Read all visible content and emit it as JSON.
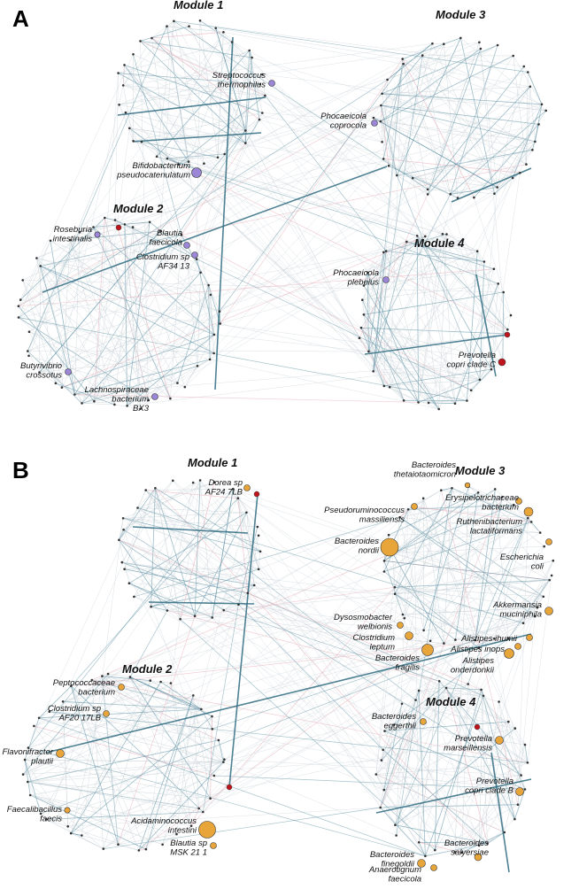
{
  "colors": {
    "edge_gray": "#c9d3d8",
    "edge_blue": "#5b8fa3",
    "edge_dark": "#2f6b80",
    "edge_pink": "#e8a7b3",
    "small_node": "#333333",
    "purple_node": "#9b86d8",
    "orange_node": "#e8a63a",
    "red_node": "#c0141c"
  },
  "panels": [
    {
      "letter": "A",
      "modules": [
        {
          "label": "Module 1"
        },
        {
          "label": "Module 2"
        },
        {
          "label": "Module 3"
        },
        {
          "label": "Module 4"
        }
      ],
      "taxa": [
        {
          "lines": [
            "Streptococcus",
            "thermophilus"
          ],
          "color": "purple"
        },
        {
          "lines": [
            "Bifidobacterium",
            "pseudocatenulatum"
          ],
          "color": "purple"
        },
        {
          "lines": [
            "Phocaeicola",
            "coprocola"
          ],
          "color": "purple"
        },
        {
          "lines": [
            "Roseburia",
            "intestinalis"
          ],
          "color": "purple"
        },
        {
          "lines": [
            "Blautia",
            "faecicola"
          ],
          "color": "purple"
        },
        {
          "lines": [
            "Clostridium sp",
            "AF34 13"
          ],
          "color": "purple"
        },
        {
          "lines": [
            "Phocaeicola",
            "plebeius"
          ],
          "color": "purple"
        },
        {
          "lines": [
            "Butyrivibrio",
            "crossotus"
          ],
          "color": "purple"
        },
        {
          "lines": [
            "Lachnospiraceae",
            "bacterium",
            "BX3"
          ],
          "color": "purple"
        },
        {
          "lines": [
            "Prevotella",
            "copri clade C"
          ],
          "color": "red"
        }
      ]
    },
    {
      "letter": "B",
      "modules": [
        {
          "label": "Module 1"
        },
        {
          "label": "Module 2"
        },
        {
          "label": "Module 3"
        },
        {
          "label": "Module 4"
        }
      ],
      "taxa": [
        {
          "lines": [
            "Dorea sp",
            "AF24 7LB"
          ],
          "color": "orange"
        },
        {
          "lines": [
            "Bacteroides",
            "thetaiotaomicron"
          ],
          "color": "orange"
        },
        {
          "lines": [
            "Pseudoruminococcus",
            "massiliensis"
          ],
          "color": "orange"
        },
        {
          "lines": [
            "Erysipelotrichaceae",
            "bacterium"
          ],
          "color": "orange"
        },
        {
          "lines": [
            "Ruthenibacterium",
            "lactatiformans"
          ],
          "color": "orange"
        },
        {
          "lines": [
            "Bacteroides",
            "nordii"
          ],
          "color": "orange"
        },
        {
          "lines": [
            "Escherichia",
            "coli"
          ],
          "color": "orange"
        },
        {
          "lines": [
            "Akkermansia",
            "muciniphila"
          ],
          "color": "orange"
        },
        {
          "lines": [
            "Dysosmobacter",
            "welbionis"
          ],
          "color": "orange"
        },
        {
          "lines": [
            "Clostridium",
            "leptum"
          ],
          "color": "orange"
        },
        {
          "lines": [
            "Bacteroides",
            "fragilis"
          ],
          "color": "orange"
        },
        {
          "lines": [
            "Alistipes ihumii"
          ],
          "color": "orange"
        },
        {
          "lines": [
            "Alistipes inops"
          ],
          "color": "orange"
        },
        {
          "lines": [
            "Alistipes",
            "onderdonkii"
          ],
          "color": "orange"
        },
        {
          "lines": [
            "Peptococcaceae",
            "bacterium"
          ],
          "color": "orange"
        },
        {
          "lines": [
            "Clostridium sp",
            "AF20 17LB"
          ],
          "color": "orange"
        },
        {
          "lines": [
            "Flavonifractor",
            "plautii"
          ],
          "color": "orange"
        },
        {
          "lines": [
            "Faecalibacillus",
            "faecis"
          ],
          "color": "orange"
        },
        {
          "lines": [
            "Acidaminococcus",
            "intestini"
          ],
          "color": "orange"
        },
        {
          "lines": [
            "Blautia sp",
            "MSK 21 1"
          ],
          "color": "orange"
        },
        {
          "lines": [
            "Bacteroides",
            "eggerthii"
          ],
          "color": "orange"
        },
        {
          "lines": [
            "Prevotella",
            "marseillensis"
          ],
          "color": "orange"
        },
        {
          "lines": [
            "Prevotella",
            "copri clade B"
          ],
          "color": "orange"
        },
        {
          "lines": [
            "Bacteroides",
            "salyersiae"
          ],
          "color": "orange"
        },
        {
          "lines": [
            "Bacteroides",
            "finegoldii"
          ],
          "color": "orange"
        },
        {
          "lines": [
            "Anaerotignum",
            "faecicola"
          ],
          "color": "orange"
        }
      ]
    }
  ]
}
